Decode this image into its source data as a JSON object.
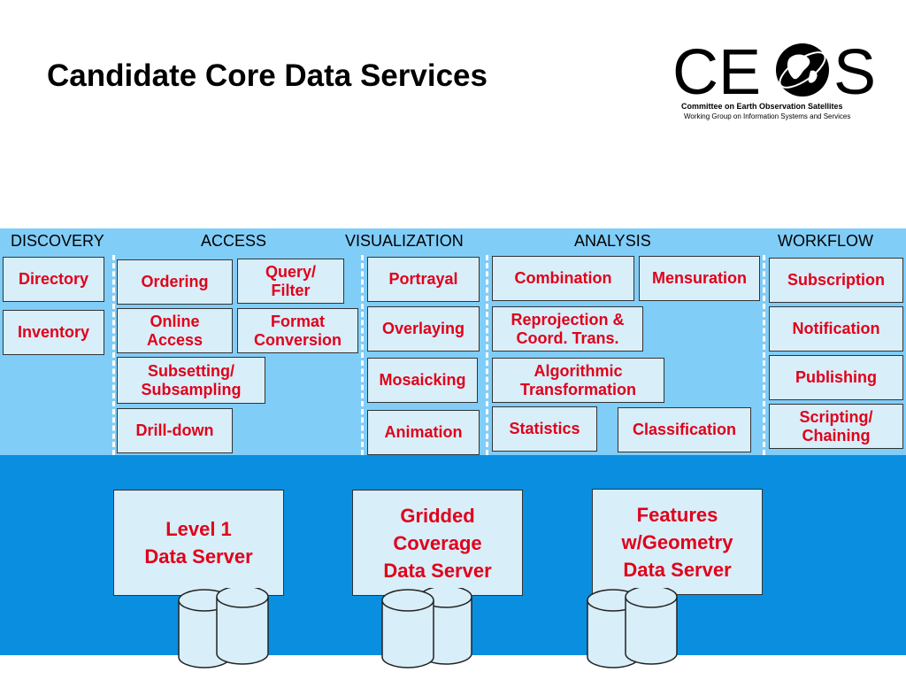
{
  "title": "Candidate Core Data Services",
  "logo": {
    "letters_left": "CE",
    "letter_right": "S",
    "line1": "Committee on Earth Observation Satellites",
    "line2": "Working Group on Information Systems and Services",
    "globe_icon": "globe-icon"
  },
  "colors": {
    "light_band": "#80cdf8",
    "dark_band": "#0a8fe0",
    "box_fill": "#d8eef9",
    "box_text": "#e0001a"
  },
  "columns": {
    "discovery": "DISCOVERY",
    "access": "ACCESS",
    "visualization": "VISUALIZATION",
    "analysis": "ANALYSIS",
    "workflow": "WORKFLOW"
  },
  "services": {
    "directory": "Directory",
    "inventory": "Inventory",
    "ordering": "Ordering",
    "query_filter_1": "Query/",
    "query_filter_2": "Filter",
    "online_access_1": "Online",
    "online_access_2": "Access",
    "format_conversion_1": "Format",
    "format_conversion_2": "Conversion",
    "subsetting_1": "Subsetting/",
    "subsetting_2": "Subsampling",
    "drill_down": "Drill-down",
    "portrayal": "Portrayal",
    "overlaying": "Overlaying",
    "mosaicking": "Mosaicking",
    "animation": "Animation",
    "combination": "Combination",
    "mensuration": "Mensuration",
    "reprojection_1": "Reprojection &",
    "reprojection_2": "Coord. Trans.",
    "algorithmic_1": "Algorithmic",
    "algorithmic_2": "Transformation",
    "statistics": "Statistics",
    "classification": "Classification",
    "subscription": "Subscription",
    "notification": "Notification",
    "publishing": "Publishing",
    "scripting_1": "Scripting/",
    "scripting_2": "Chaining"
  },
  "servers": {
    "level1_1": "Level 1",
    "level1_2": "Data Server",
    "gridded_1": "Gridded",
    "gridded_2": "Coverage",
    "gridded_3": "Data Server",
    "features_1": "Features",
    "features_2": "w/Geometry",
    "features_3": "Data Server"
  }
}
